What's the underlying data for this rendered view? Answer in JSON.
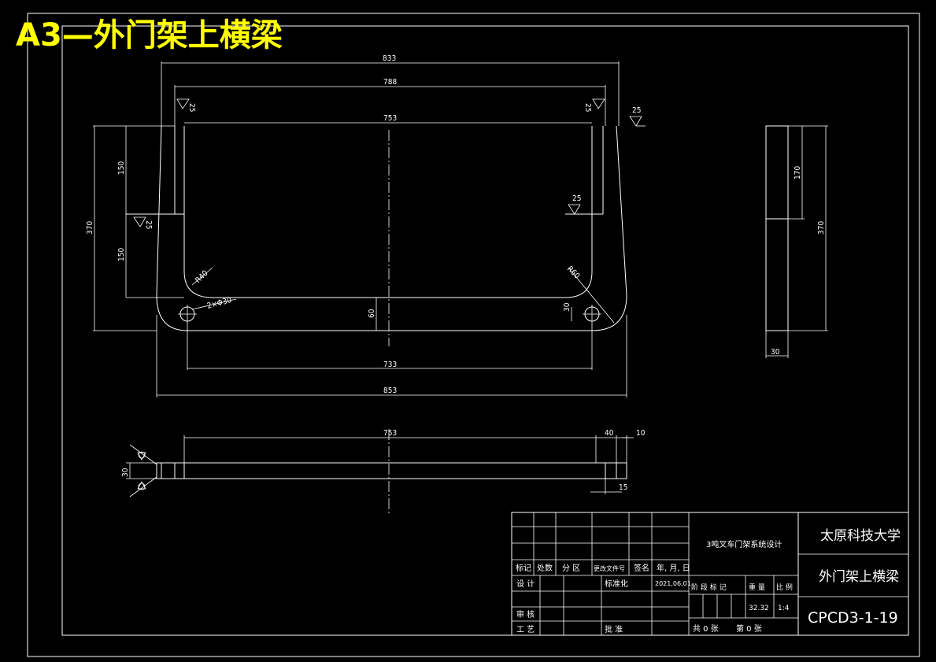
{
  "sheet_title": "A3—外门架上横梁",
  "colors": {
    "background": "#000000",
    "lines": "#ffffff",
    "title": "#ffff00"
  },
  "dimensions": {
    "top_833": "833",
    "top_788": "788",
    "top_753": "753",
    "left_370": "370",
    "left_150_upper": "150",
    "left_150_lower": "150",
    "bottom_733": "733",
    "bottom_853": "853",
    "height_60": "60",
    "hole_30": "30",
    "hole_note": "2×Φ30",
    "radius_left": "R40",
    "radius_right": "R60",
    "side_170": "170",
    "side_370": "370",
    "side_30": "30",
    "bottom_view_753": "753",
    "bottom_view_40": "40",
    "bottom_view_10": "10",
    "bottom_view_15": "15",
    "bottom_view_30": "30",
    "weld_25": "25"
  },
  "title_block": {
    "project": "3吨叉车门架系统设计",
    "university": "太原科技大学",
    "part_name": "外门架上横梁",
    "drawing_no": "CPCD3-1-19",
    "headers": [
      "标记",
      "处数",
      "分 区",
      "更改文件号",
      "签名",
      "年, 月, 日"
    ],
    "design_label": "设 计",
    "standard_label": "标准化",
    "date": "2021,06,01",
    "stage_label": "阶 段 标 记",
    "weight_label": "重 量",
    "scale_label": "比 例",
    "weight": "32.32",
    "scale": "1:4",
    "review_label": "审 核",
    "process_label": "工 艺",
    "approve_label": "批 准",
    "sheets": "共 0 张",
    "sheet_no": "第 0 张"
  }
}
